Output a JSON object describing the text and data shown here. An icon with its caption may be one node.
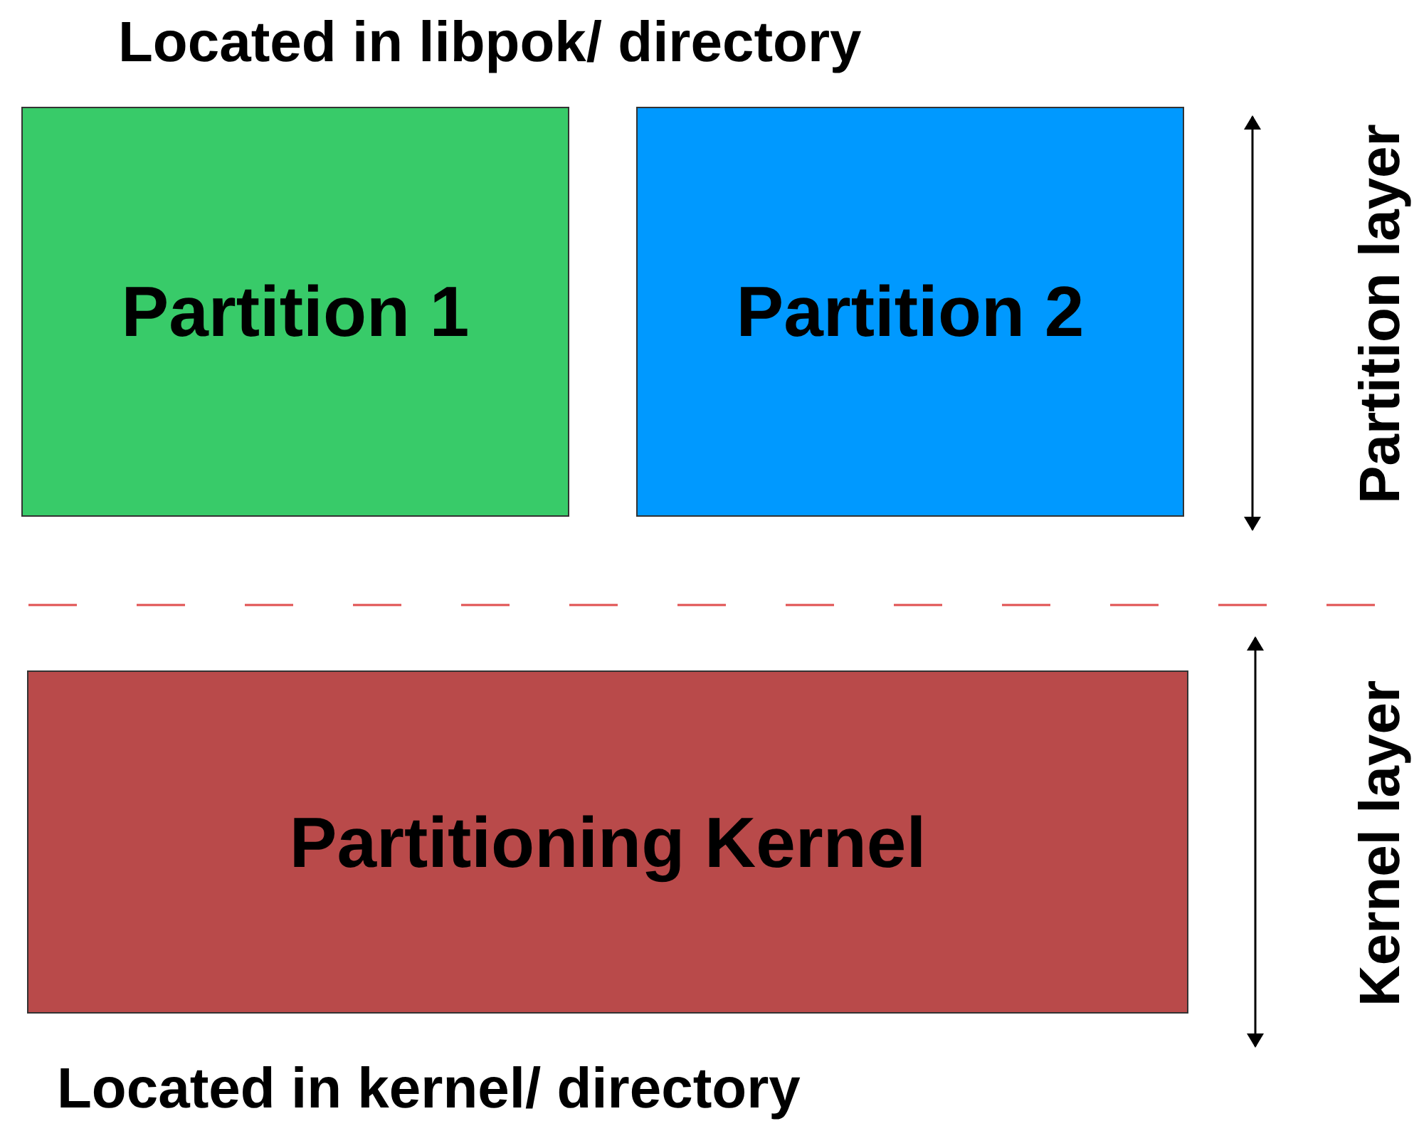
{
  "diagram": {
    "nodes": [
      {
        "text": [
          "Partition 1"
        ]
      },
      {
        "text": [
          "Partition 2"
        ]
      },
      {
        "text": [
          "Partitioning Kernel"
        ]
      }
    ],
    "labels": [
      "Located in libpok/ directory",
      "Partition layer",
      "Kernel layer",
      "Located in kernel/ directory"
    ]
  }
}
